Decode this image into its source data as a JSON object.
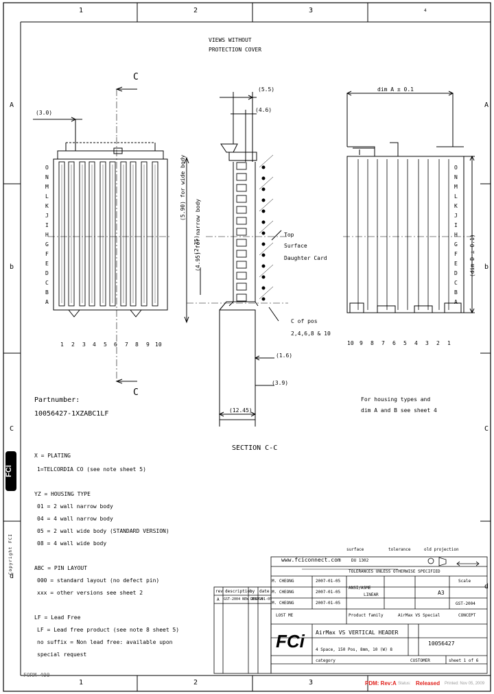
{
  "frame": {
    "columns": [
      "1",
      "2",
      "3",
      "4"
    ],
    "rows": [
      "A",
      "b",
      "C",
      "d"
    ]
  },
  "views_note": [
    "VIEWS WITHOUT",
    "PROTECTION COVER"
  ],
  "dims": {
    "d1": "(3.0)",
    "d2": "(5.5)",
    "d3": "(4.6)",
    "dimA": "dim A ± 0.1",
    "dimD": "(dim D ± 0.1)",
    "wide": "(5.90) for wide body",
    "narrow": "(4.95) for narrow body",
    "d235": "(2.35)",
    "d16": "(1.6)",
    "d39": "(3.9)",
    "d1245": "(12.45)"
  },
  "section_marks": {
    "top": "C",
    "bottom": "C"
  },
  "row_letters": [
    "O",
    "N",
    "M",
    "L",
    "K",
    "J",
    "I",
    "H",
    "G",
    "F",
    "E",
    "D",
    "C",
    "B",
    "A"
  ],
  "col_numbers_left": [
    "1",
    "2",
    "3",
    "4",
    "5",
    "6",
    "7",
    "8",
    "9",
    "10"
  ],
  "col_numbers_right": [
    "10",
    "9",
    "8",
    "7",
    "6",
    "5",
    "4",
    "3",
    "2",
    "1"
  ],
  "top_note": [
    "Top",
    "Surface",
    "Daughter Card"
  ],
  "side_note": [
    "C of pos",
    "2,4,6,8 & 10"
  ],
  "part_number": {
    "label": "Partnumber:",
    "value": "10056427-1XZABC1LF"
  },
  "housing_note": [
    "For housing types and",
    "dim A and B see sheet 4"
  ],
  "section_label": "SECTION C-C",
  "legend": [
    {
      "head": "X = PLATING",
      "items": [
        "1=TELCORDIA CO (see note sheet 5)"
      ]
    },
    {
      "head": "YZ = HOUSING TYPE",
      "items": [
        "01 = 2 wall narrow body",
        "04 = 4 wall narrow body",
        "05 = 2 wall wide body (STANDARD VERSION)",
        "08 = 4 wall wide body"
      ]
    },
    {
      "head": "ABC = PIN LAYOUT",
      "items": [
        "000 = standard layout (no defect pin)",
        "xxx = other versions see sheet 2"
      ]
    },
    {
      "head": "LF = Lead Free",
      "items": [
        "LF = Lead free product (see note 8 sheet 5)",
        "no suffix = Non lead free: available upon",
        "special request"
      ]
    }
  ],
  "copyright": "Copyright FCI",
  "website": "www.fciconnect.com",
  "title_block": {
    "surface": "surface",
    "tolerance": "tolerance",
    "projection": "old projection",
    "ref": "DU 1302",
    "tol_note": "TOLERANCES UNLESS OTHERWISE SPECIFIED",
    "drawn": "M. CHEONG",
    "date": "2007-01-05",
    "ansi": "ANSI/ASME",
    "linear": "LINEAR",
    "scale": "Scale",
    "size": "A3",
    "std": "GST-2004",
    "lost": "LOST ME",
    "family": "Product family",
    "family_val": "AirMax VS Special",
    "concept": "CONCEPT",
    "title1": "AirMax VS VERTICAL HEADER",
    "title2": "4 Space, 150 Pos, 8mm, 10 (W) 8",
    "doc_no": "10056427",
    "cust": "CUSTOMER",
    "sheet": "sheet 1 of 6",
    "category": "category",
    "rev_hdr": [
      "rev",
      "description",
      "by",
      "date"
    ],
    "rev_row": [
      "A",
      "GST-2004 NEW DESIGN",
      "",
      "2007-01-05"
    ]
  },
  "footer": {
    "pdm": "PDM: Rev:A",
    "status_label": "Status:",
    "status": "Released",
    "printed": "Printed: Nov 05, 2009",
    "form": "FORM 400"
  }
}
